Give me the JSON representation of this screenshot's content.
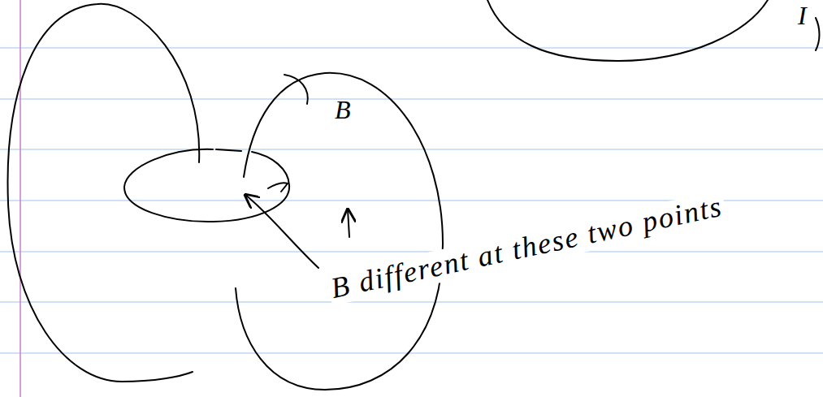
{
  "diagram": {
    "labels": [
      "B",
      "B different at these two points",
      "I"
    ]
  }
}
